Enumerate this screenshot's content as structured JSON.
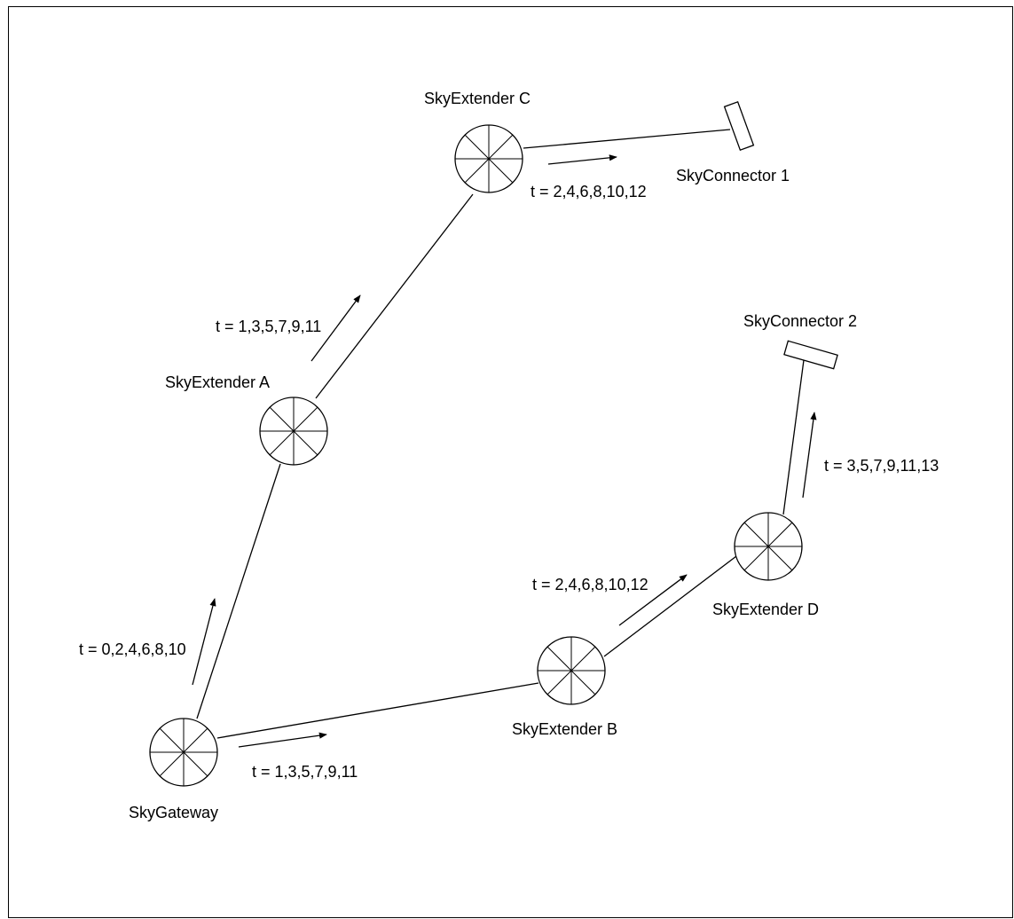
{
  "nodes": {
    "sky_gateway": "SkyGateway",
    "sky_extender_a": "SkyExtender A",
    "sky_extender_b": "SkyExtender B",
    "sky_extender_c": "SkyExtender C",
    "sky_extender_d": "SkyExtender D",
    "sky_connector_1": "SkyConnector 1",
    "sky_connector_2": "SkyConnector 2"
  },
  "links": {
    "gateway_to_a": "t = 0,2,4,6,8,10",
    "gateway_to_b": "t = 1,3,5,7,9,11",
    "a_to_c": "t = 1,3,5,7,9,11",
    "c_to_connector1": "t = 2,4,6,8,10,12",
    "b_to_d": "t = 2,4,6,8,10,12",
    "d_to_connector2": "t = 3,5,7,9,11,13"
  }
}
